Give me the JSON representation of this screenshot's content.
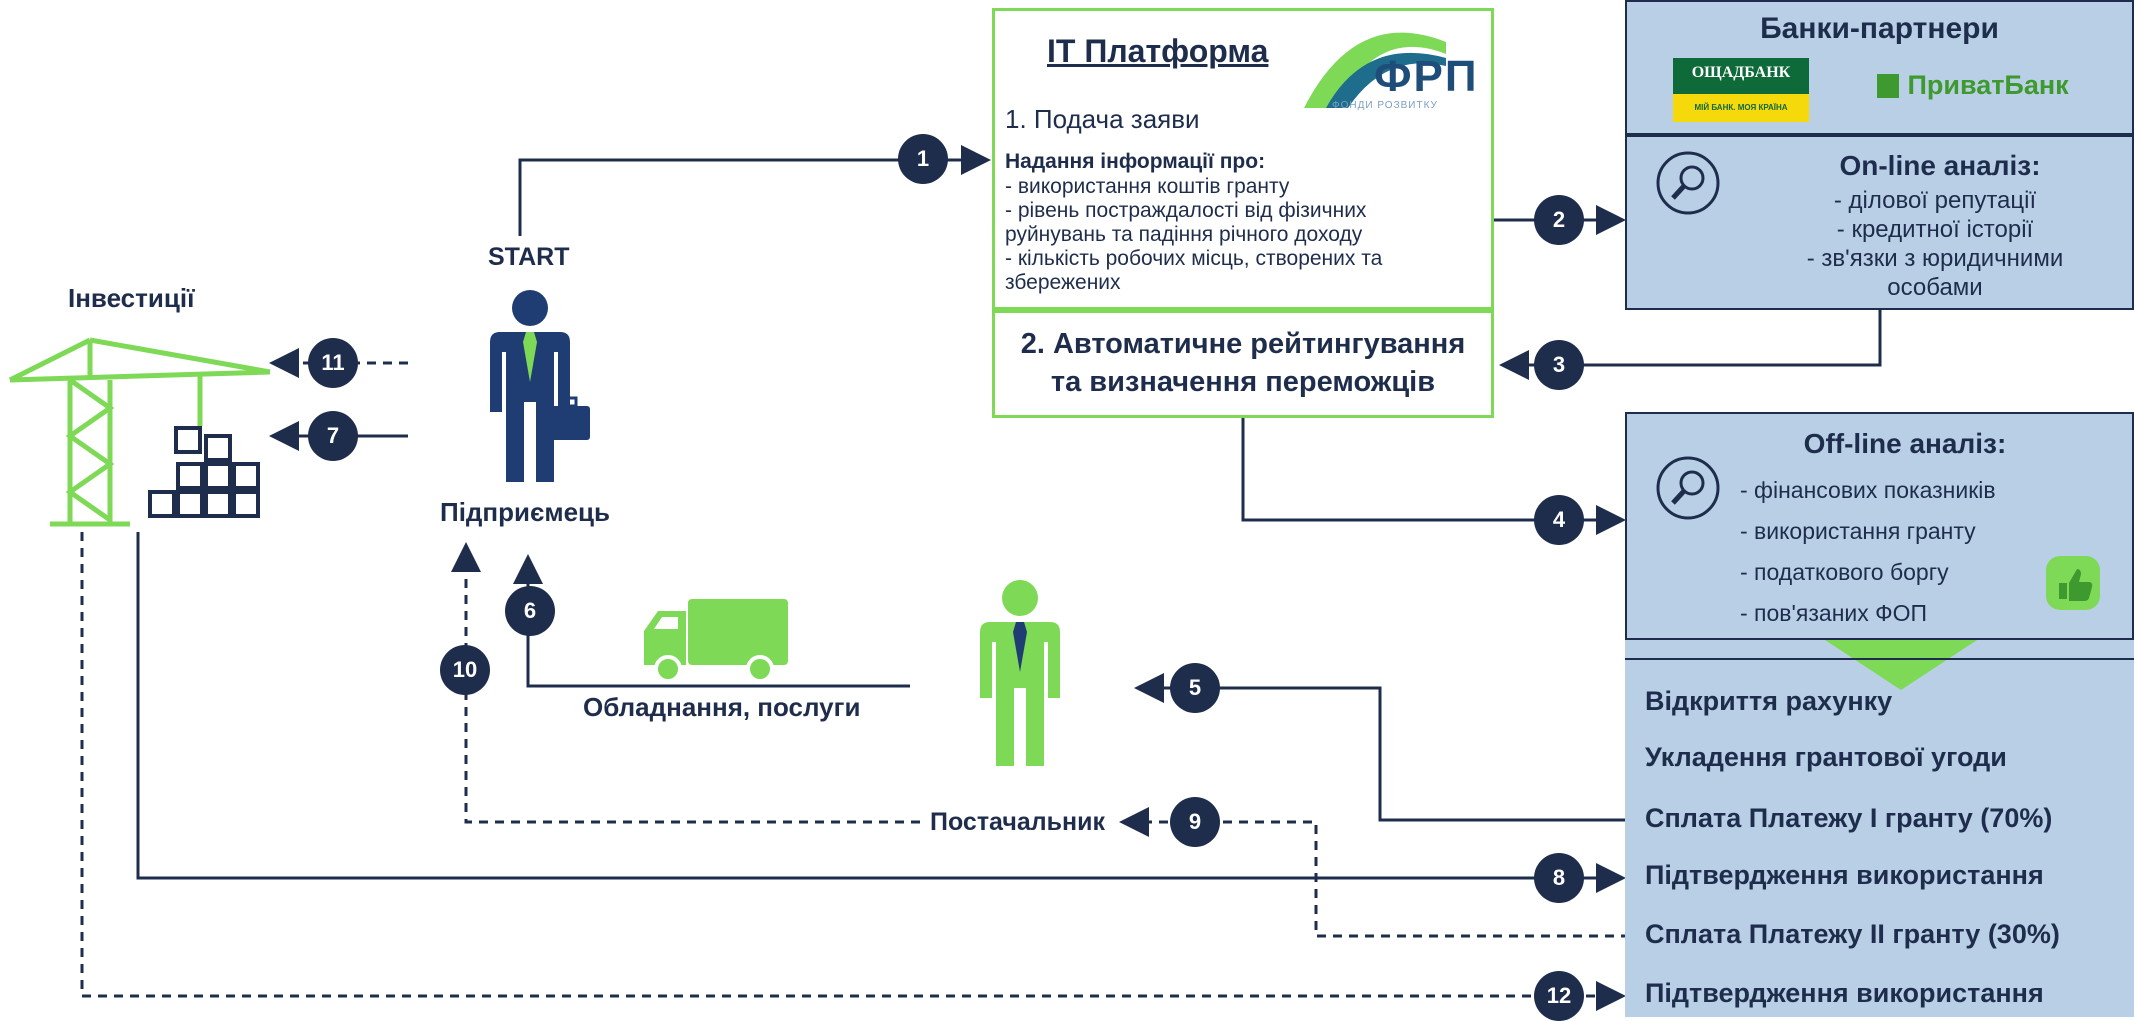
{
  "it_platform": {
    "title": "IT Платформа",
    "logo_text": "ФРП",
    "logo_subtitle": "ФОНДИ РОЗВИТКУ",
    "step1_title": "1. Подача заяви",
    "info_header": "Надання інформації про:",
    "info_items": [
      "- використання коштів гранту",
      "- рівень постраждалості від фізичних",
      "руйнувань та падіння річного доходу",
      "- кількість робочих місць, створених та",
      "збережених"
    ],
    "step2_line1": "2. Автоматичне рейтингування",
    "step2_line2": "та визначення переможців"
  },
  "banks": {
    "title": "Банки-партнери",
    "oschad_name": "ОЩАДБАНК",
    "oschad_tagline": "МІЙ БАНК. МОЯ КРАЇНА",
    "privat_name": "ПриватБанк"
  },
  "online": {
    "title": "On-line аналіз:",
    "items": [
      "- ділової репутації",
      "- кредитної історії",
      "- зв'язки з юридичними",
      "особами"
    ]
  },
  "offline": {
    "title": "Off-line аналіз:",
    "items": [
      "- фінансових показників",
      "- використання гранту",
      "- податкового боргу",
      "- пов'язаних ФОП"
    ]
  },
  "right_steps": [
    "Відкриття рахунку",
    "Укладення грантової угоди",
    "Сплата Платежу І гранту (70%)",
    "Підтвердження використання",
    "Сплата Платежу ІІ гранту (30%)",
    "Підтвердження використання"
  ],
  "labels": {
    "investments": "Інвестиції",
    "start": "START",
    "entrepreneur": "Підприємець",
    "equipment": "Обладнання, послуги",
    "supplier": "Постачальник"
  },
  "step_numbers": [
    "1",
    "2",
    "3",
    "4",
    "5",
    "6",
    "7",
    "8",
    "9",
    "10",
    "11",
    "12"
  ],
  "colors": {
    "navy": "#1f2d4d",
    "green": "#7ed957",
    "panel_blue": "#b9cfe6"
  }
}
